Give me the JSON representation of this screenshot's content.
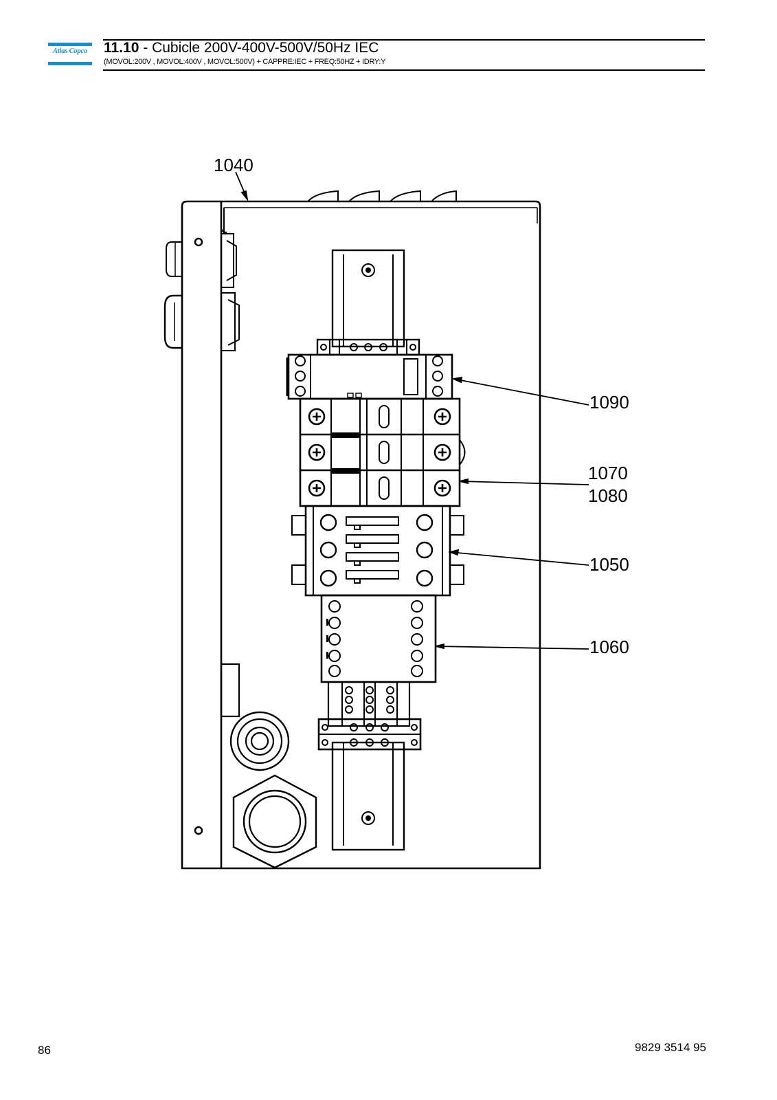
{
  "header": {
    "brand": "Atlas Copco",
    "section_number": "11.10",
    "title_rest": " - Cubicle 200V-400V-500V/50Hz IEC",
    "subtitle": "(MOVOL:200V , MOVOL:400V , MOVOL:500V) + CAPPRE:IEC + FREQ:50HZ + IDRY:Y",
    "brand_color": "#1a8ec9"
  },
  "drawing": {
    "callouts": {
      "enclosure": "1040",
      "relay": "1090",
      "breaker_a": "1070",
      "breaker_b": "1080",
      "contactor": "1050",
      "overload_relay": "1060"
    }
  },
  "footer": {
    "page_number": "86",
    "document_number": "9829 3514 95"
  }
}
